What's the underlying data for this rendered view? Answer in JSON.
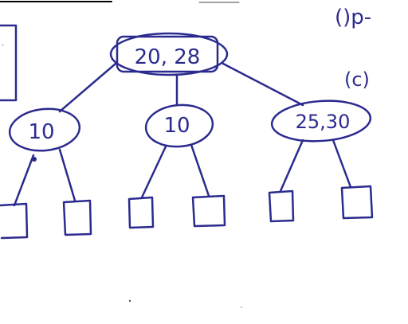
{
  "ink_color": "#2b2b8f",
  "background": "#ffffff",
  "margin_notes": {
    "top_right": "()p-",
    "right": "(c)"
  },
  "tree": {
    "root": {
      "keys": "20, 28"
    },
    "children": [
      {
        "keys": "10"
      },
      {
        "keys": "10"
      },
      {
        "keys": "25,30"
      }
    ],
    "leaf_count": 6
  }
}
